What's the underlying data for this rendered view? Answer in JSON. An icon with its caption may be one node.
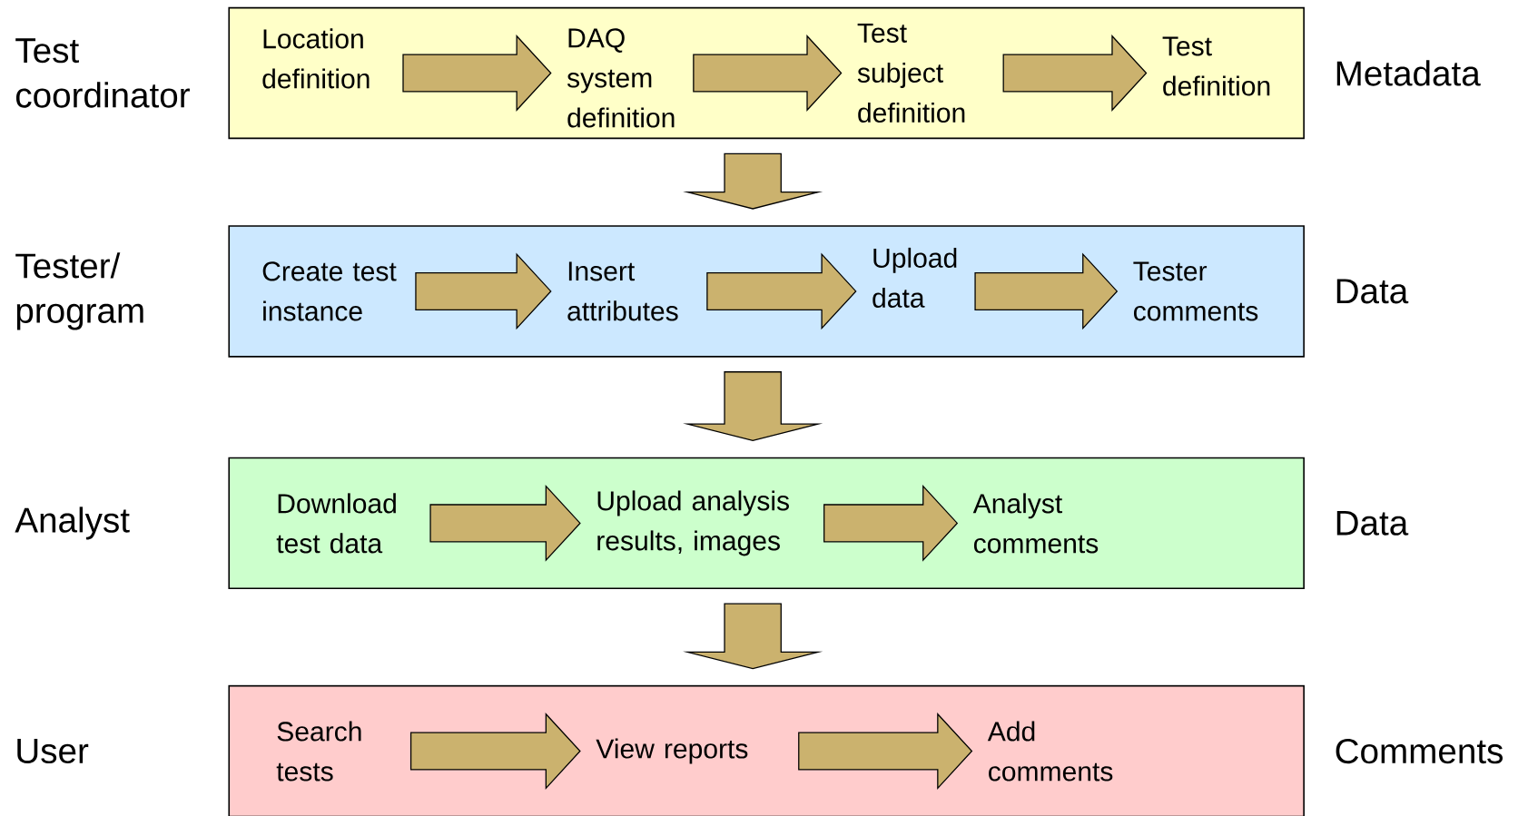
{
  "diagram": {
    "nodes": [
      {
        "text": [],
        "shape": "box",
        "beside": [
          "Test coordinator",
          "Metadata"
        ]
      },
      {
        "text": [
          "Location definition"
        ],
        "in": 0
      },
      {
        "text": [
          "DAQ system definition"
        ],
        "in": 0
      },
      {
        "text": [
          "Test subject definition"
        ],
        "in": 0
      },
      {
        "text": [
          "Test definition"
        ],
        "in": 0
      },
      {
        "text": [],
        "shape": "box",
        "beside": [
          "Tester/ program",
          "Data"
        ]
      },
      {
        "text": [
          "Create test instance"
        ],
        "in": 5
      },
      {
        "text": [
          "Insert attributes"
        ],
        "in": 5
      },
      {
        "text": [
          "Upload data"
        ],
        "in": 5
      },
      {
        "text": [
          "Tester comments"
        ],
        "in": 5
      },
      {
        "text": [],
        "shape": "box",
        "beside": [
          "Analyst",
          "Data"
        ]
      },
      {
        "text": [
          "Download test data"
        ],
        "in": 10
      },
      {
        "text": [
          "Upload analysis results, images"
        ],
        "in": 10
      },
      {
        "text": [
          "Analyst comments"
        ],
        "in": 10
      },
      {
        "text": [],
        "shape": "box",
        "beside": [
          "User",
          "Comments"
        ]
      },
      {
        "text": [
          "Search tests"
        ],
        "in": 14
      },
      {
        "text": [
          "View reports"
        ],
        "in": 14
      },
      {
        "text": [
          "Add comments"
        ],
        "in": 14
      }
    ],
    "edges": [
      {
        "from": 1,
        "to": 2,
        "arrow": "to"
      },
      {
        "from": 2,
        "to": 3,
        "arrow": "to"
      },
      {
        "from": 3,
        "to": 4,
        "arrow": "to"
      },
      {
        "from": 0,
        "to": 5,
        "arrow": "to"
      },
      {
        "from": 6,
        "to": 7,
        "arrow": "to"
      },
      {
        "from": 7,
        "to": 8,
        "arrow": "to"
      },
      {
        "from": 8,
        "to": 9,
        "arrow": "to"
      },
      {
        "from": 5,
        "to": 10,
        "arrow": "to"
      },
      {
        "from": 11,
        "to": 12,
        "arrow": "to"
      },
      {
        "from": 12,
        "to": 13,
        "arrow": "to"
      },
      {
        "from": 10,
        "to": 14,
        "arrow": "to"
      },
      {
        "from": 15,
        "to": 16,
        "arrow": "to"
      },
      {
        "from": 16,
        "to": 17,
        "arrow": "to"
      }
    ]
  }
}
